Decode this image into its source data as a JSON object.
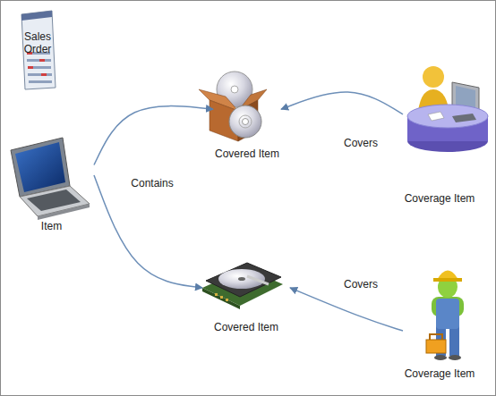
{
  "diagram": {
    "nodes": [
      {
        "text": [
          "Sales Order"
        ]
      },
      {
        "text": [
          "Covered Item"
        ]
      },
      {
        "text": [
          "Coverage Item"
        ]
      },
      {
        "text": [
          "Item"
        ]
      },
      {
        "text": [
          "Covered Item"
        ]
      },
      {
        "text": [
          "Coverage Item"
        ]
      }
    ],
    "edges": [
      {
        "from": 3,
        "to": 1,
        "arrow": "to",
        "label": "Contains"
      },
      {
        "from": 3,
        "to": 4,
        "arrow": "to"
      },
      {
        "from": 2,
        "to": 1,
        "arrow": "to",
        "label": "Covers"
      },
      {
        "from": 5,
        "to": 4,
        "arrow": "to",
        "label": "Covers"
      }
    ]
  }
}
